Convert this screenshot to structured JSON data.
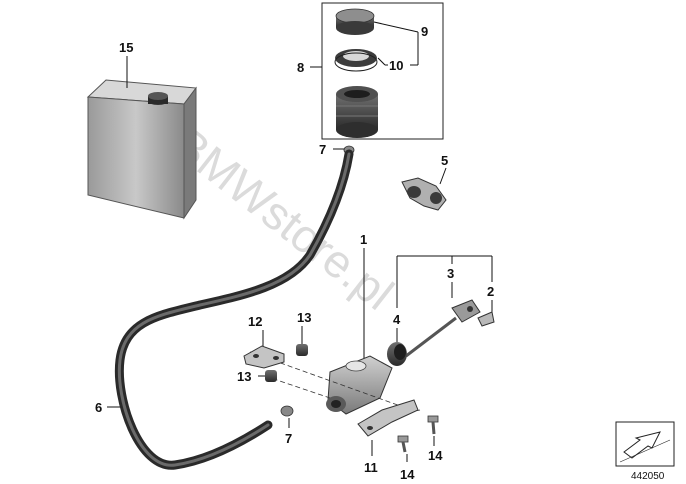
{
  "diagram": {
    "callouts": {
      "c1": "1",
      "c2": "2",
      "c3": "3",
      "c4": "4",
      "c5": "5",
      "c6": "6",
      "c7a": "7",
      "c7b": "7",
      "c8": "8",
      "c9": "9",
      "c10": "10",
      "c11": "11",
      "c12": "12",
      "c13a": "13",
      "c13b": "13",
      "c14a": "14",
      "c14b": "14",
      "c15": "15"
    },
    "watermark": "BMWstore.pl",
    "figure_number": "442050",
    "icon": "arrow-direction-icon"
  }
}
